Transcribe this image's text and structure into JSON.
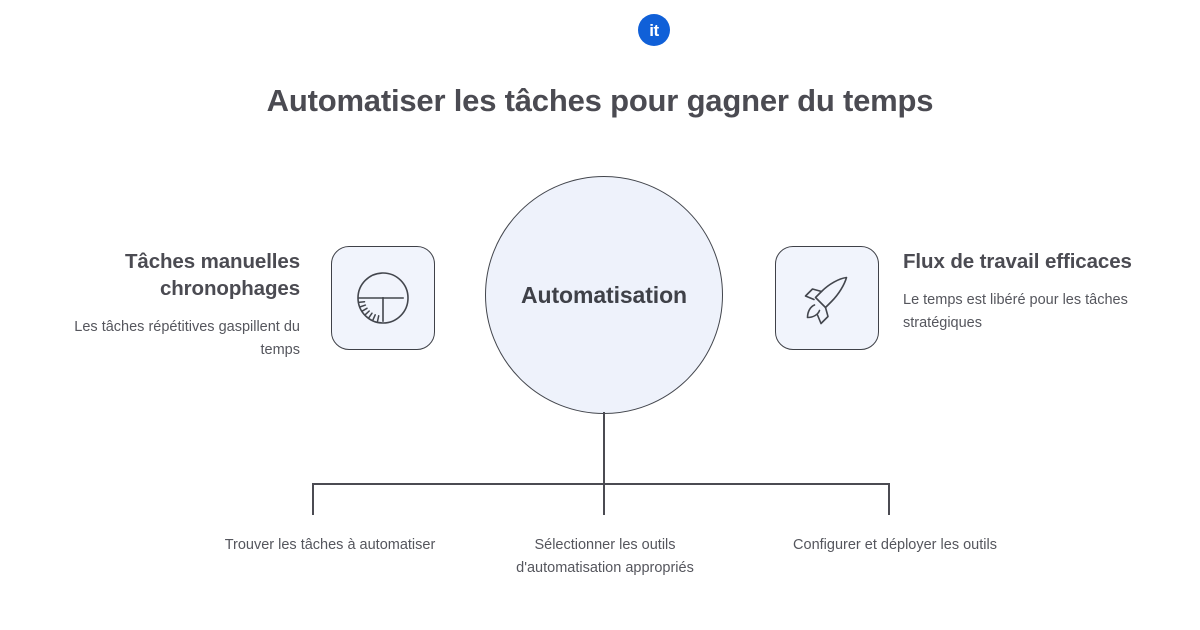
{
  "brand": {
    "logo_text": "it",
    "logo_color": "#1060d8",
    "logo_icon": "brand-logo-icon"
  },
  "header": {
    "title": "Automatiser les tâches pour gagner du temps"
  },
  "diagram": {
    "center": {
      "label": "Automatisation",
      "fill_color": "#eef2fb",
      "border_color": "#43464d"
    },
    "sides": [
      {
        "position": "left",
        "title": "Tâches manuelles chronophages",
        "description": "Les tâches répétitives gaspillent du temps",
        "icon": "clock-icon"
      },
      {
        "position": "right",
        "title": "Flux de travail efficaces",
        "description": "Le temps est libéré pour les tâches stratégiques",
        "icon": "rocket-icon"
      }
    ],
    "steps": [
      "Trouver les tâches à automatiser",
      "Sélectionner les outils d'automatisation appropriés",
      "Configurer et déployer les outils"
    ],
    "connector_color": "#4b4b52"
  }
}
